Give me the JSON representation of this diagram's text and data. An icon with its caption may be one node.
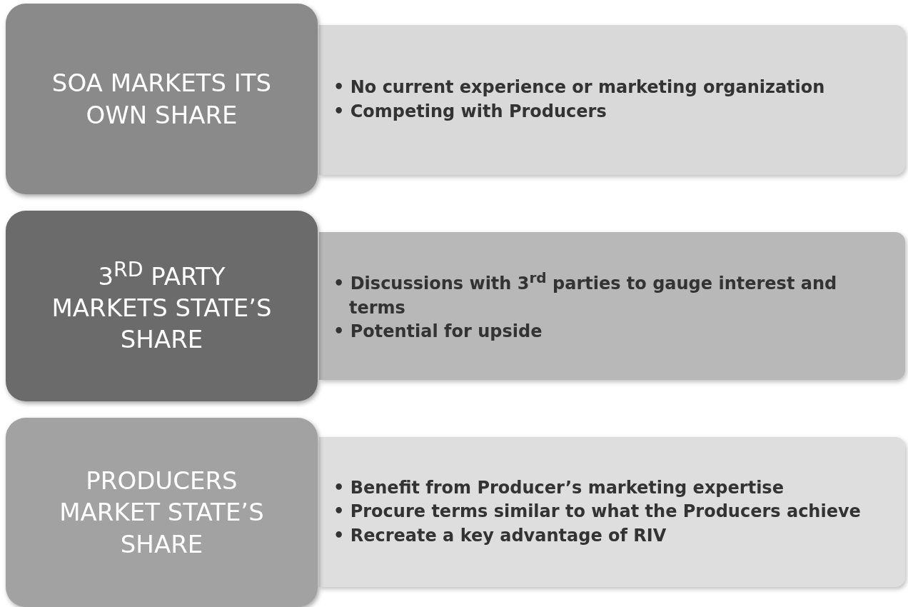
{
  "diagram": {
    "nodes": [
      {
        "text": [
          "SOA MARKETS ITS OWN SHARE"
        ]
      },
      {
        "text": [
          "• No current experience or marketing organization",
          "• Competing with Producers"
        ]
      },
      {
        "text": [
          "3$^{RD}$ PARTY MARKETS STATE’S SHARE"
        ]
      },
      {
        "text": [
          "• Discussions with 3$^{rd}$ parties to gauge interest and terms",
          "• Potential for upside"
        ]
      },
      {
        "text": [
          "PRODUCERS MARKET STATE’S SHARE"
        ]
      },
      {
        "text": [
          "• Benefit from Producer’s marketing expertise",
          "• Procure terms similar to what the Producers achieve",
          "• Recreate a key advantage of RIV"
        ]
      }
    ]
  }
}
